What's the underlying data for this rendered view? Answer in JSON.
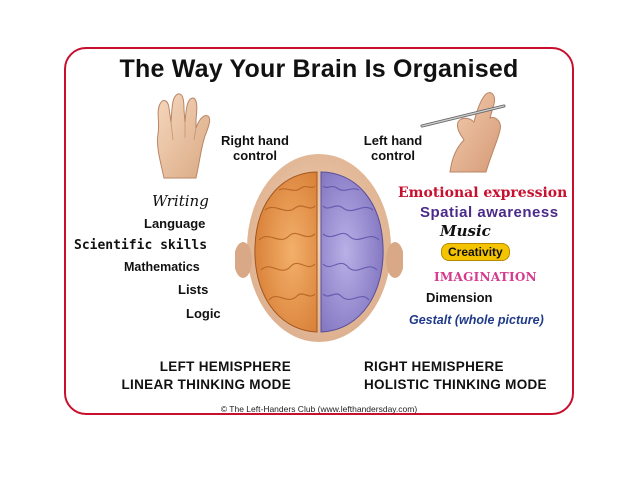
{
  "title": "The Way Your Brain Is Organised",
  "right_hand_control": "Right hand control",
  "left_hand_control": "Left hand control",
  "left_words": [
    "Writing",
    "Language",
    "Scientific skills",
    "Mathematics",
    "Lists",
    "Logic"
  ],
  "right_words": [
    "Emotional expression",
    "Spatial awareness",
    "Music",
    "Creativity",
    "IMAGINATION",
    "Dimension",
    "Gestalt (whole picture)"
  ],
  "left_hemisphere": {
    "line1": "LEFT HEMISPHERE",
    "line2": "LINEAR THINKING MODE"
  },
  "right_hemisphere": {
    "line1": "RIGHT HEMISPHERE",
    "line2": "HOLISTIC THINKING MODE"
  },
  "copyright": "© The Left-Handers Club (www.lefthandersday.com)",
  "colors": {
    "border": "#c8102e",
    "left_brain": "#e8954a",
    "right_brain": "#9a8fcf",
    "emotional": "#c8102e",
    "spatial": "#4b2a8a",
    "creativity_bg": "#f5c400",
    "imagination": "#d63a8c",
    "gestalt": "#1f3a8a"
  },
  "icons": [
    "open-hand-icon",
    "writing-hand-icon",
    "brain-icon"
  ]
}
